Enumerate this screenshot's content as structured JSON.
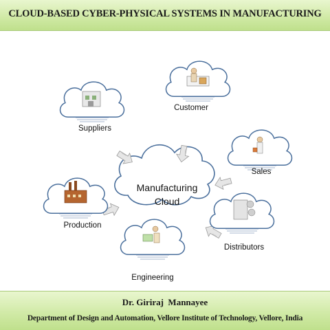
{
  "header": {
    "title": "CLOUD-BASED CYBER-PHYSICAL SYSTEMS IN MANUFACTURING"
  },
  "diagram": {
    "center": {
      "line1": "Manufacturing",
      "line2": "Cloud"
    },
    "nodes": {
      "customer": "Customer",
      "suppliers": "Suppliers",
      "sales": "Sales",
      "production": "Production",
      "distributors": "Distributors",
      "engineering": "Engineering"
    }
  },
  "footer": {
    "author": "Dr. Giriraj  Mannayee",
    "department": "Department of  Design and Automation,  Vellore Institute of  Technology, Vellore, India"
  },
  "colors": {
    "banner": "#cfe9a4",
    "cloud_stroke": "#4a6f9c",
    "arrow": "#d9d9d9"
  }
}
